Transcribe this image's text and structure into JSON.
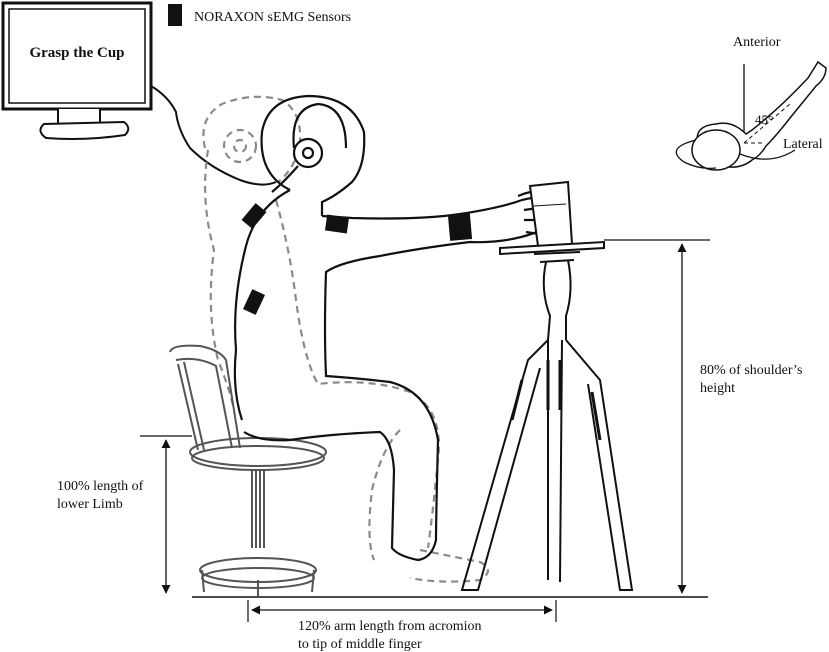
{
  "monitor": {
    "text": "Grasp the Cup"
  },
  "legend": {
    "sensor_label": "NORAXON sEMG Sensors",
    "sensor_color": "#111111"
  },
  "inset": {
    "anterior": "Anterior",
    "lateral": "Lateral",
    "angle": "45°"
  },
  "measurements": {
    "shoulder_height_line1": "80% of shoulder’s",
    "shoulder_height_line2": "height",
    "lower_limb_line1": "100% length of",
    "lower_limb_line2": "lower Limb",
    "arm_length_line1": "120% arm length from acromion",
    "arm_length_line2": "to tip of middle finger"
  },
  "colors": {
    "outline": "#111111",
    "dashed": "#8a8a8a",
    "chair": "#555555"
  }
}
